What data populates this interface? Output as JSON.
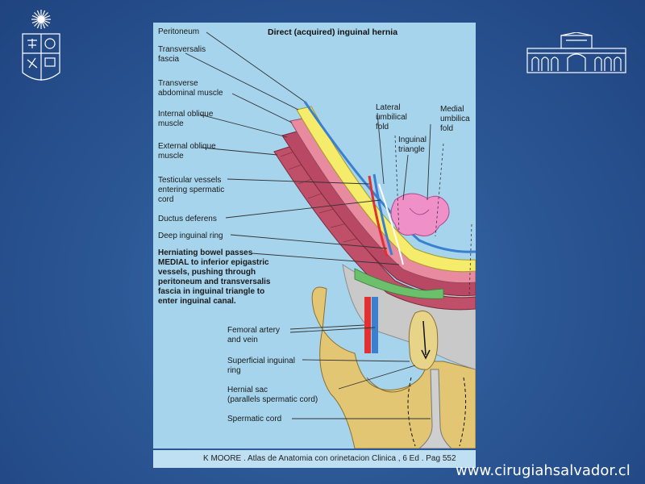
{
  "diagram": {
    "title": "Direct (acquired) inguinal hernia",
    "labels": {
      "peritoneum": "Peritoneum",
      "transversalis_fascia": "Transversalis\nfascia",
      "transverse_abdominal": "Transverse\nabdominal muscle",
      "internal_oblique": "Internal oblique\nmuscle",
      "external_oblique": "External oblique\nmuscle",
      "testicular_vessels": "Testicular vessels\nentering spermatic\ncord",
      "ductus_deferens": "Ductus deferens",
      "deep_inguinal_ring": "Deep inguinal ring",
      "herniating_note": "Herniating bowel passes\nMEDIAL to inferior epigastric\nvessels, pushing through\nperitoneum and transversalis\nfascia in inguinal triangle to\nenter inguinal canal.",
      "lateral_umbilical_fold": "Lateral\numbilical\nfold",
      "inguinal_triangle": "Inguinal\ntriangle",
      "medial_umbilical_fold": "Medial\numbilica\nfold",
      "femoral_artery_vein": "Femoral artery\nand vein",
      "superficial_inguinal_ring": "Superficial inguinal\nring",
      "hernial_sac": "Hernial sac\n(parallels spermatic cord)",
      "spermatic_cord": "Spermatic cord"
    }
  },
  "caption": "K MOORE  . Atlas de Anatomia con orinetacion Clinica  , 6 Ed . Pag 552",
  "url": "www.cirugiahsalvador.cl",
  "colors": {
    "background": "#2c5896",
    "panel": "#a6d4ec",
    "muscle": "#c0506a",
    "fascia_yellow": "#f4ec6a",
    "transverse_pink": "#e88aa0",
    "nerve_blue": "#3a7fd0",
    "artery_red": "#e23030",
    "hernia_pink": "#f090c8",
    "bone": "#e2c674"
  },
  "icons": {
    "left_logo": "university-shield-icon",
    "right_logo": "building-facade-icon"
  }
}
